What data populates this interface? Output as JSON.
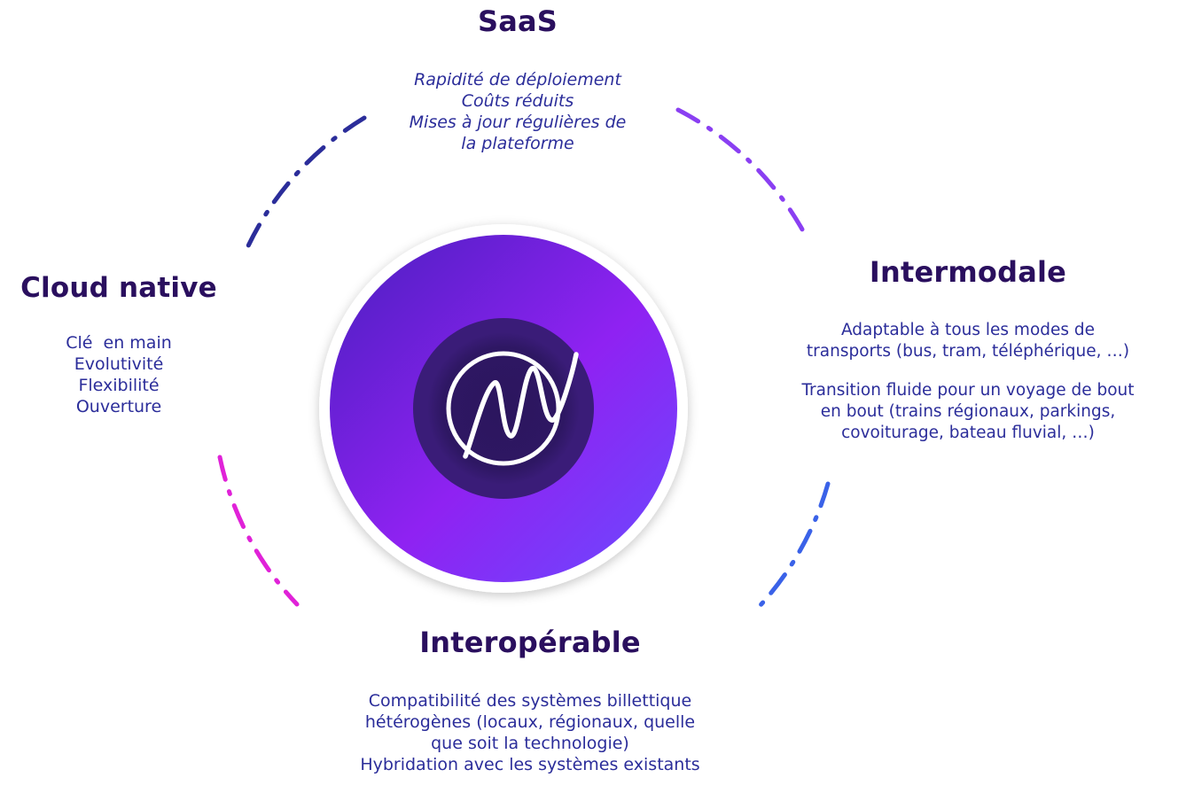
{
  "diagram": {
    "center_logo": "wave-logo",
    "colors": {
      "title": "#2a0f5e",
      "body_text": "#2b2d9a",
      "disc_start": "#4a1fbf",
      "disc_mid": "#8a22ee",
      "disc_end": "#6a4bff",
      "inner_disc": "#2e1763",
      "arc_top_left": "#2b2d9a",
      "arc_top_right": "#8a3ff2",
      "arc_bottom_left": "#e022d8",
      "arc_bottom_right": "#3a62e8"
    },
    "sections": {
      "saas": {
        "title": "SaaS",
        "lines": [
          "Rapidité de déploiement",
          "Coûts réduits",
          "Mises à jour régulières de",
          "la plateforme"
        ]
      },
      "cloud_native": {
        "title": "Cloud native",
        "lines": [
          "Clé  en main",
          "Evolutivité",
          "Flexibilité",
          "Ouverture"
        ]
      },
      "intermodale": {
        "title": "Intermodale",
        "paragraph1": [
          "Adaptable à tous les modes de",
          "transports (bus, tram, téléphérique, …)"
        ],
        "paragraph2": [
          "Transition fluide pour un voyage de bout",
          "en bout (trains régionaux, parkings,",
          "covoiturage, bateau fluvial, …)"
        ]
      },
      "interoperable": {
        "title": "Interopérable",
        "lines": [
          "Compatibilité des systèmes billettique",
          "hétérogènes (locaux, régionaux, quelle",
          "que soit la technologie)",
          "Hybridation avec les systèmes existants"
        ]
      }
    }
  }
}
